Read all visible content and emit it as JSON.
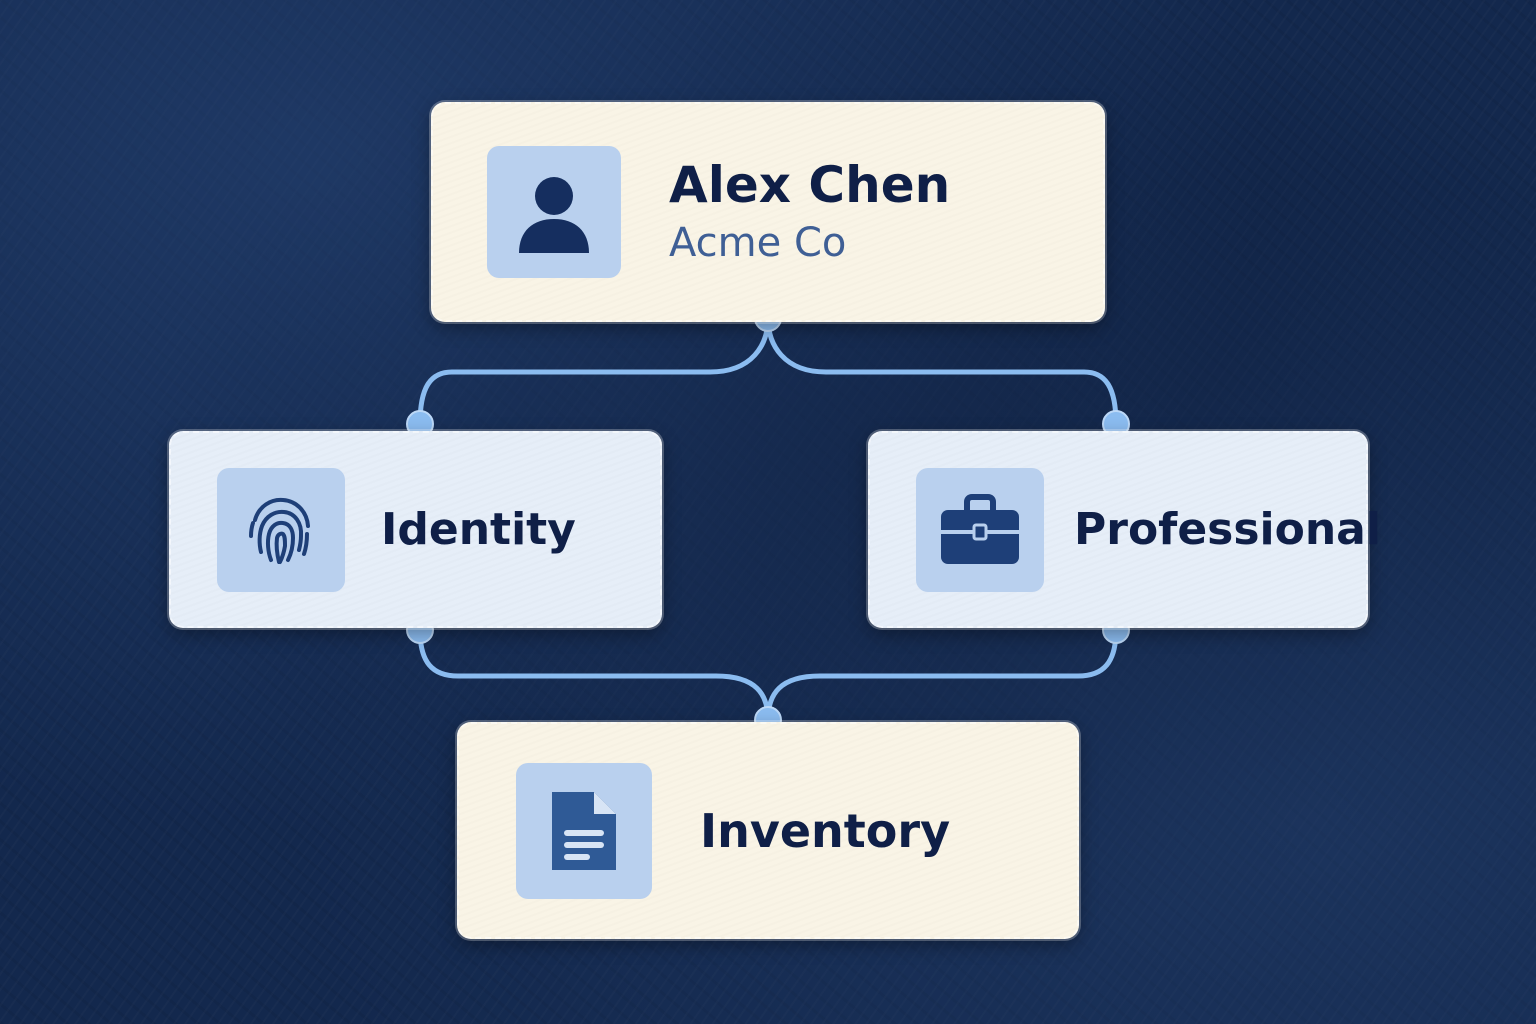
{
  "diagram": {
    "nodes": {
      "person": {
        "name": "Alex Chen",
        "organization": "Acme Co",
        "icon": "user-icon"
      },
      "identity": {
        "label": "Identity",
        "icon": "fingerprint-icon"
      },
      "professional": {
        "label": "Professional",
        "icon": "briefcase-icon"
      },
      "inventory": {
        "label": "Inventory",
        "icon": "document-icon"
      }
    },
    "edges": [
      {
        "from": "person",
        "to": "identity"
      },
      {
        "from": "person",
        "to": "professional"
      },
      {
        "from": "identity",
        "to": "inventory"
      },
      {
        "from": "professional",
        "to": "inventory"
      }
    ]
  },
  "colors": {
    "background": "#13284d",
    "card_cream": "#f9f4e6",
    "card_blue": "#e6eef8",
    "icon_tile": "#b9d0ee",
    "icon_fill": "#2f5a96",
    "connector": "#8bbcf0",
    "text_dark": "#0f1f47",
    "text_muted": "#3f5f95"
  }
}
